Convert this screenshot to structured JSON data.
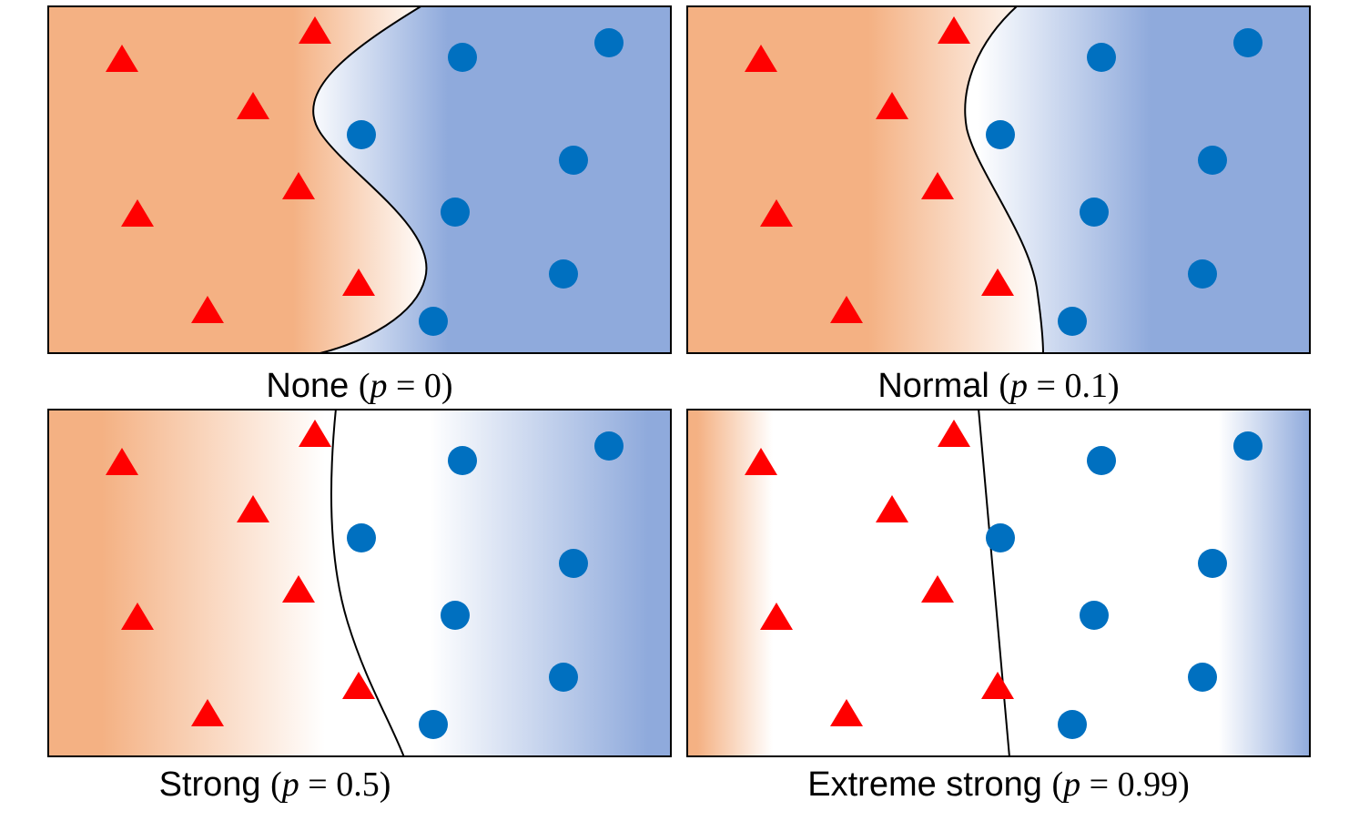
{
  "colors": {
    "class_a": "#ff0000",
    "class_b": "#0070c0",
    "region_a": "#f4b183",
    "region_b": "#8faadc",
    "boundary": "#000000"
  },
  "panels": [
    {
      "name": "None",
      "p": "0",
      "boundary_shape": "s-curve"
    },
    {
      "name": "Normal",
      "p": "0.1",
      "boundary_shape": "curve"
    },
    {
      "name": "Strong",
      "p": "0.5",
      "boundary_shape": "gentle-curve"
    },
    {
      "name": "Extreme strong",
      "p": "0.99",
      "boundary_shape": "near-straight"
    }
  ],
  "eq_symbol": "=",
  "p_symbol": "p",
  "triangle_icon": "red-triangle-icon",
  "circle_icon": "blue-circle-icon"
}
